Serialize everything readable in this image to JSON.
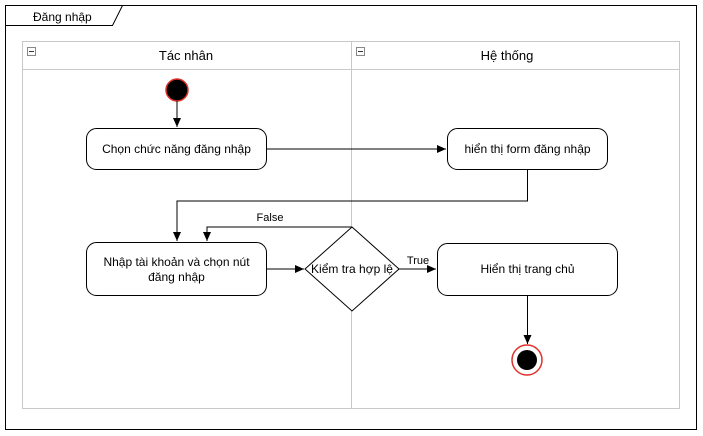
{
  "frame": {
    "title": "Đăng nhập"
  },
  "lanes": [
    {
      "label": "Tác nhân"
    },
    {
      "label": "Hệ thống"
    }
  ],
  "nodes": {
    "choose_login": "Chọn chức năng đăng nhập",
    "show_form": "hiển thị form đăng nhập",
    "input_account_line1": "Nhập tài khoản và chọn nút",
    "input_account_line2": "đăng nhập",
    "check_valid": "Kiểm tra hợp lệ",
    "show_home": "Hiển thị trang chủ"
  },
  "edges": {
    "false_label": "False",
    "true_label": "True"
  },
  "colors": {
    "stroke": "#000000",
    "lane_border": "#c8c8c8",
    "end_ring": "#e0312b"
  }
}
